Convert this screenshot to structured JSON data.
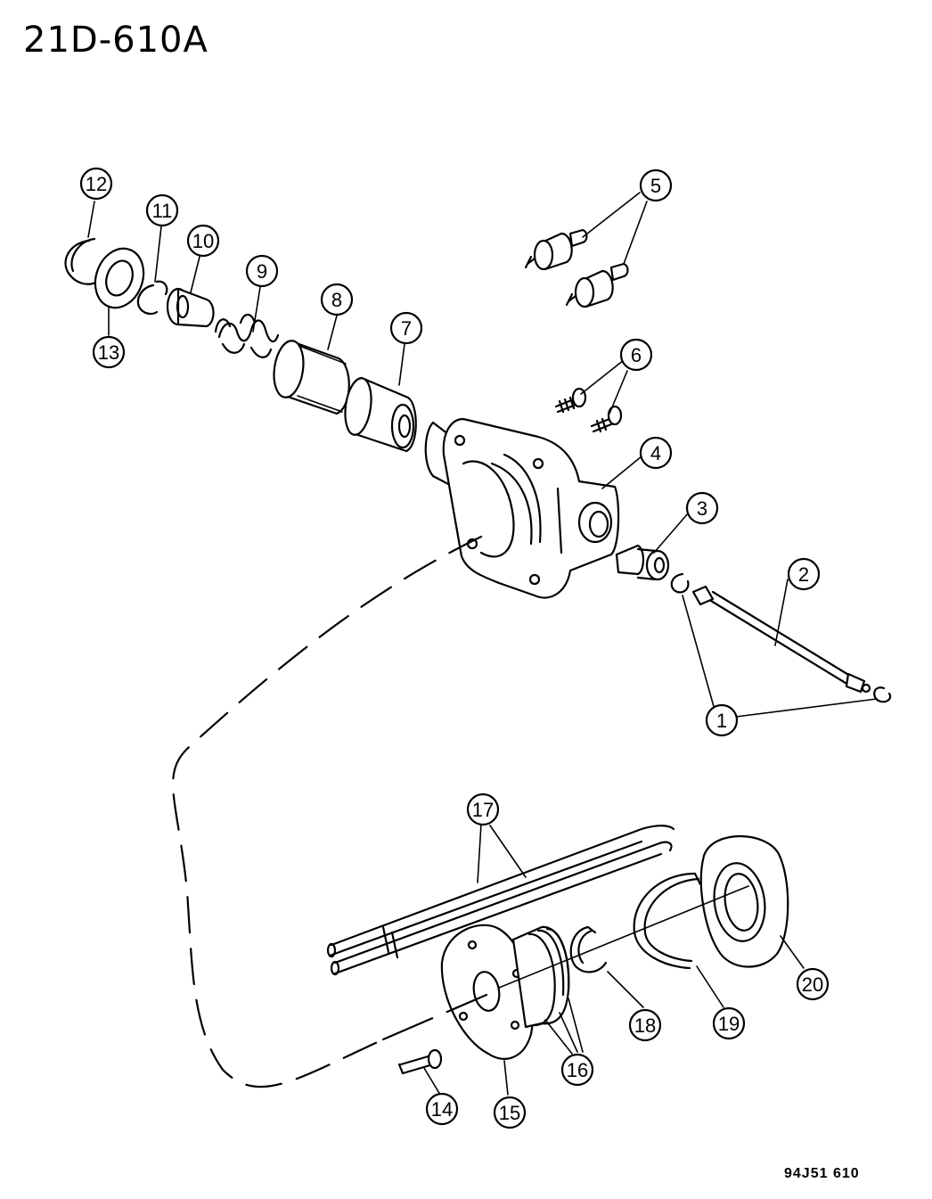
{
  "header": {
    "diagram_code": "21D-610A"
  },
  "footer": {
    "figure_ref": "94J51 610"
  },
  "callouts": {
    "c1": "1",
    "c2": "2",
    "c3": "3",
    "c4": "4",
    "c5": "5",
    "c6": "6",
    "c7": "7",
    "c8": "8",
    "c9": "9",
    "c10": "10",
    "c11": "11",
    "c12": "12",
    "c13": "13",
    "c14": "14",
    "c15": "15",
    "c16": "16",
    "c17": "17",
    "c18": "18",
    "c19": "19",
    "c20": "20"
  }
}
